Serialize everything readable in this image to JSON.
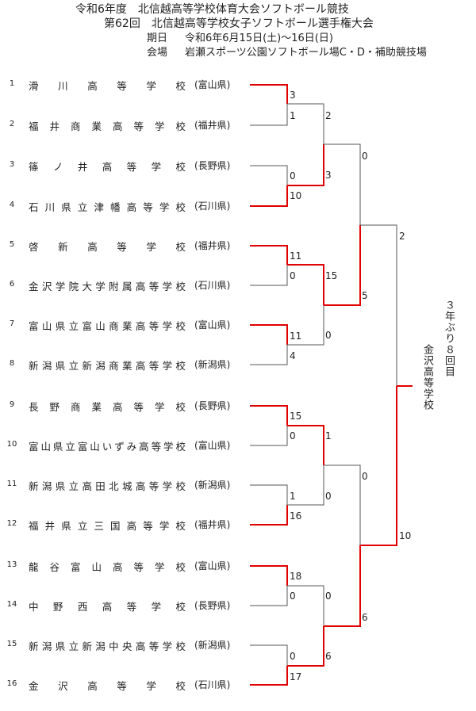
{
  "header": {
    "line1": "令和6年度　北信越高等学校体育大会ソフトボール競技",
    "line2": "第62回　北信越高等学校女子ソフトボール選手権大会",
    "date_label": "期日",
    "date_value": "令和6年6月15日(土)～16日(日)",
    "venue_label": "会場",
    "venue_value": "岩瀬スポーツ公園ソフトボール場C・D・補助競技場"
  },
  "teams": [
    {
      "no": "1",
      "name": "滑川高等学校",
      "pref": "(富山県)"
    },
    {
      "no": "2",
      "name": "福井商業高等学校",
      "pref": "(福井県)"
    },
    {
      "no": "3",
      "name": "篠ノ井高等学校",
      "pref": "(長野県)"
    },
    {
      "no": "4",
      "name": "石川県立津幡高等学校",
      "pref": "(石川県)"
    },
    {
      "no": "5",
      "name": "啓新高等学校",
      "pref": "(福井県)"
    },
    {
      "no": "6",
      "name": "金沢学院大学附属高等学校",
      "pref": "(石川県)"
    },
    {
      "no": "7",
      "name": "富山県立富山商業高等学校",
      "pref": "(富山県)"
    },
    {
      "no": "8",
      "name": "新潟県立新潟商業高等学校",
      "pref": "(新潟県)"
    },
    {
      "no": "9",
      "name": "長野商業高等学校",
      "pref": "(長野県)"
    },
    {
      "no": "10",
      "name": "富山県立富山いずみ高等学校",
      "pref": "(富山県)"
    },
    {
      "no": "11",
      "name": "新潟県立高田北城高等学校",
      "pref": "(新潟県)"
    },
    {
      "no": "12",
      "name": "福井県立三国高等学校",
      "pref": "(福井県)"
    },
    {
      "no": "13",
      "name": "龍谷富山高等学校",
      "pref": "(富山県)"
    },
    {
      "no": "14",
      "name": "中野西高等学校",
      "pref": "(長野県)"
    },
    {
      "no": "15",
      "name": "新潟県立新潟中央高等学校",
      "pref": "(新潟県)"
    },
    {
      "no": "16",
      "name": "金沢高等学校",
      "pref": "(石川県)"
    }
  ],
  "scores": {
    "r1": [
      "3",
      "1",
      "0",
      "10",
      "11",
      "0",
      "11",
      "4",
      "15",
      "0",
      "1",
      "16",
      "18",
      "0",
      "0",
      "17"
    ],
    "r2": [
      "2",
      "3",
      "15",
      "0",
      "1",
      "0",
      "0",
      "6"
    ],
    "r3": [
      "0",
      "5",
      "0",
      "6"
    ],
    "final": [
      "2",
      "10"
    ]
  },
  "champion": {
    "note": "３年ぶり８回目",
    "name": "金沢高等学校"
  },
  "colors": {
    "win": "#e00000",
    "lose": "#555555"
  }
}
